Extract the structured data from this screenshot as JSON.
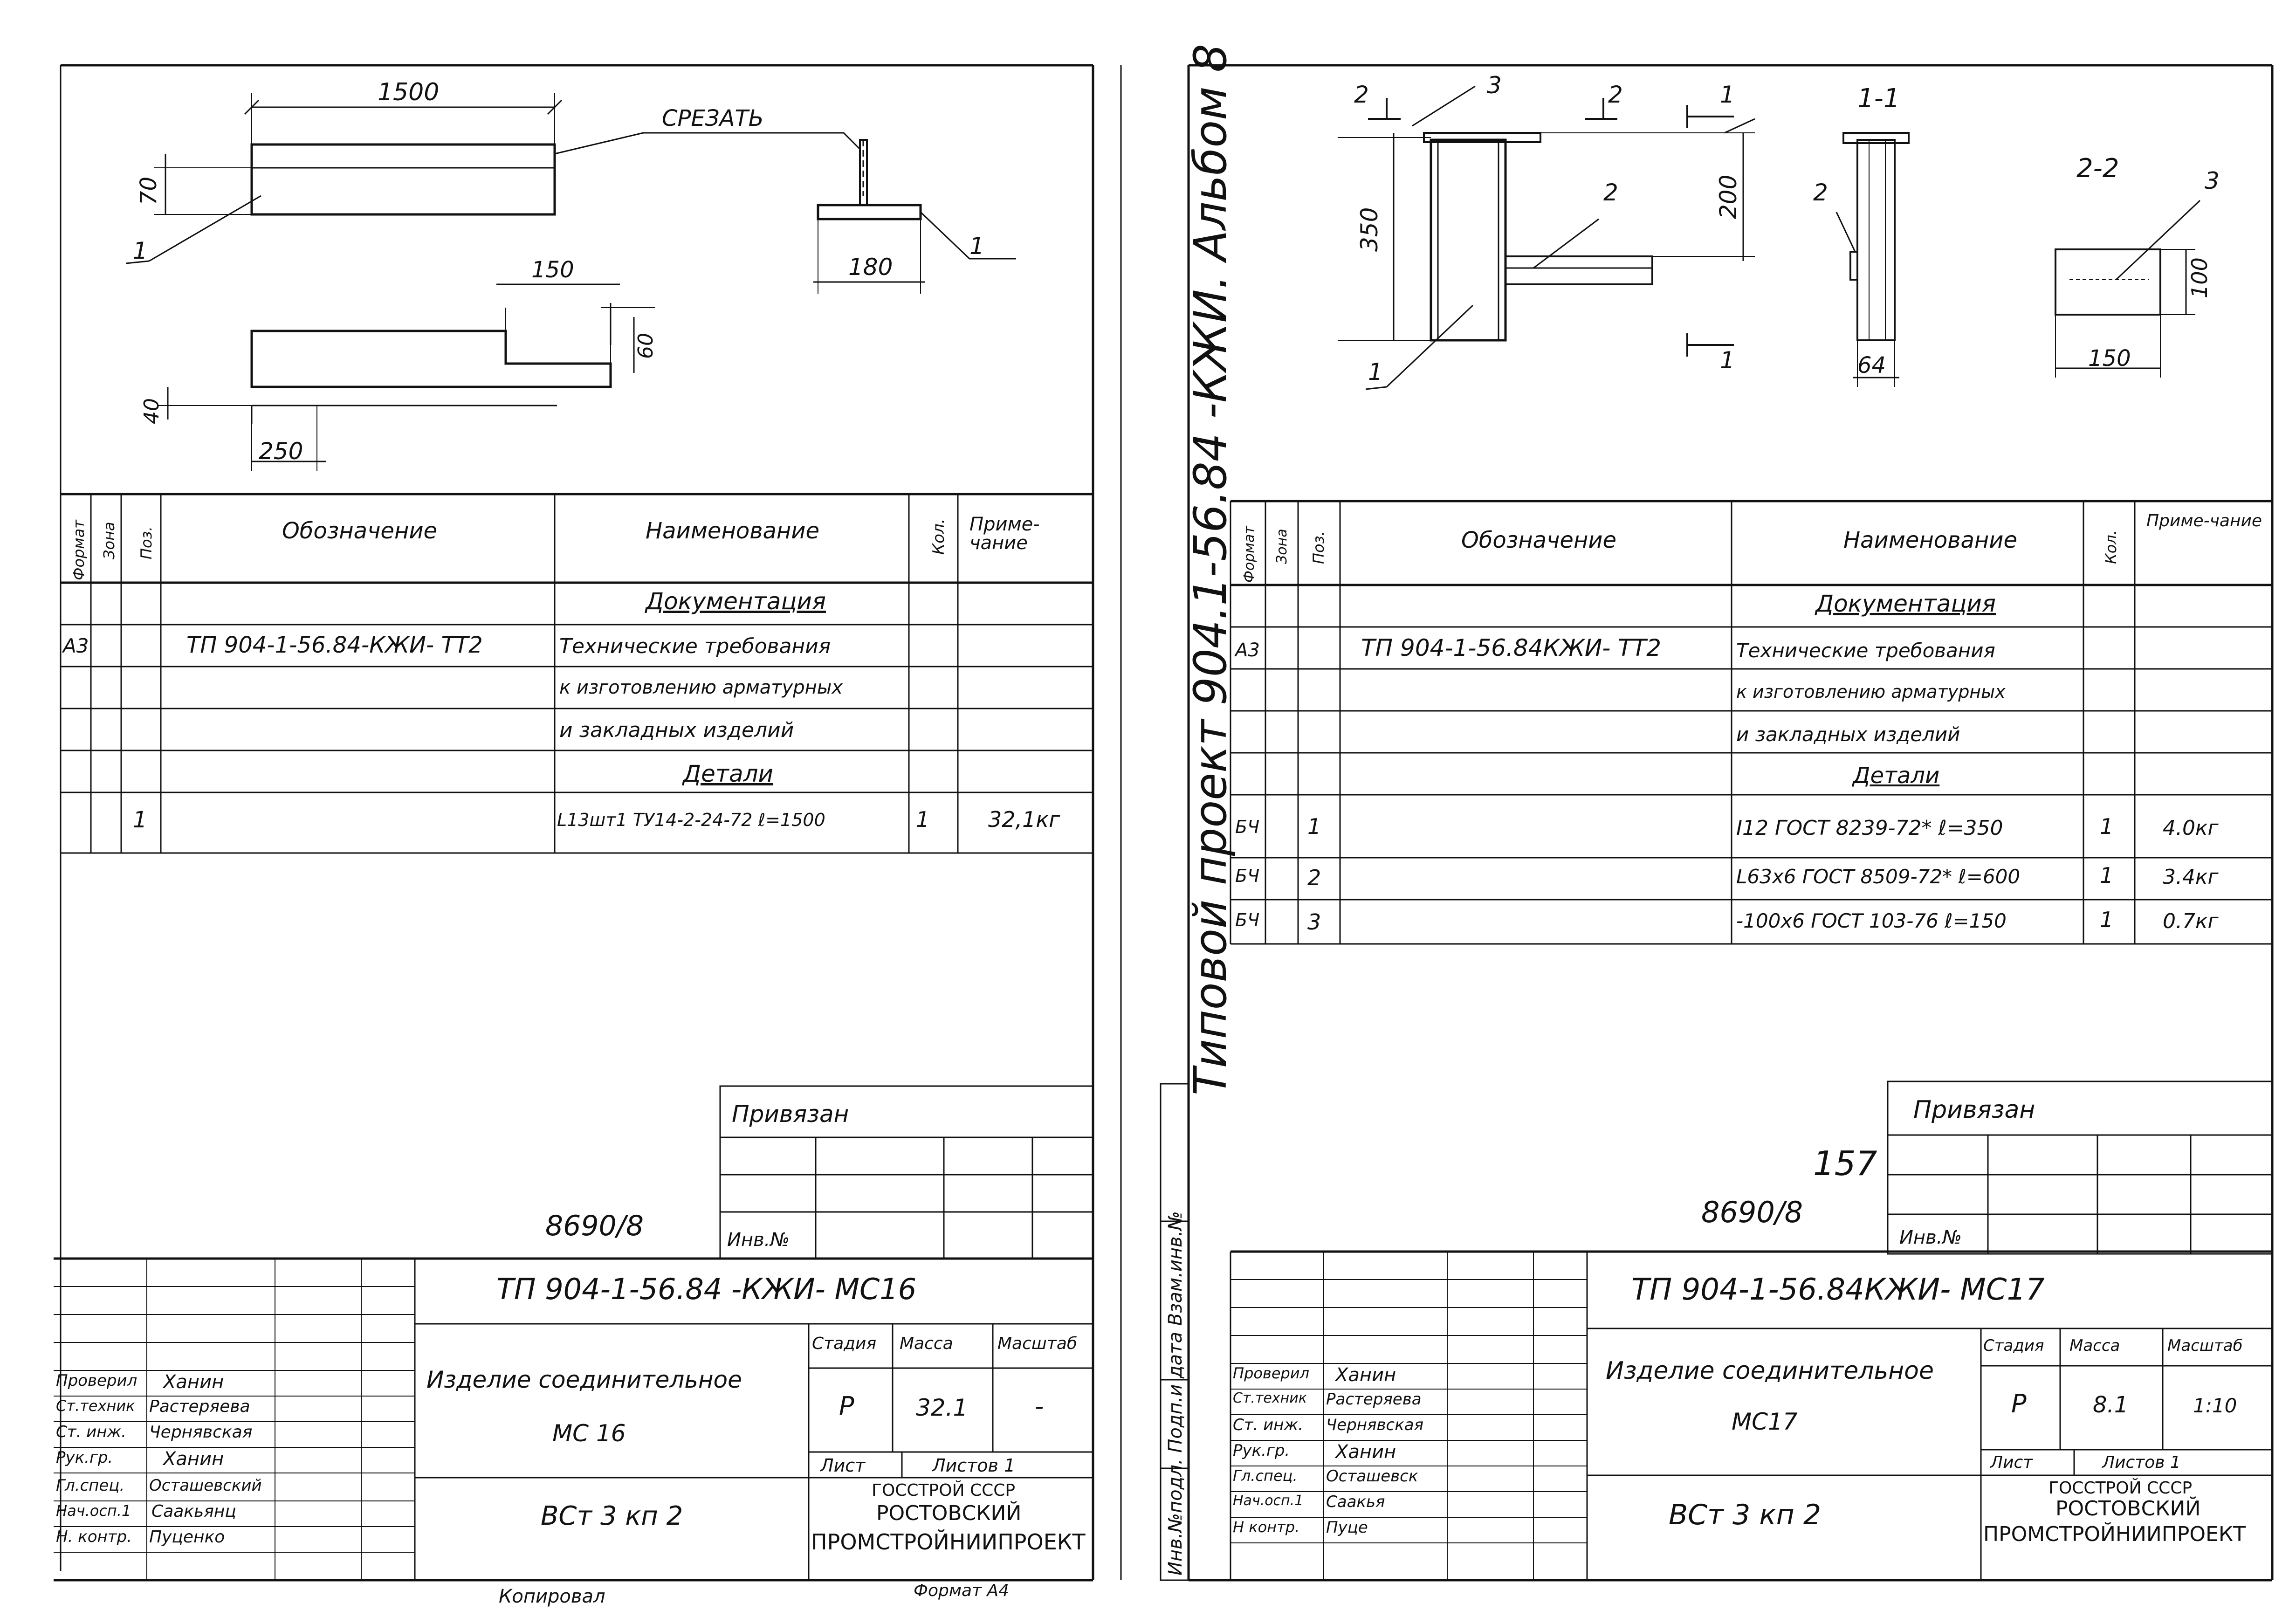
{
  "left_sheet": {
    "drawing": {
      "dim_length": "1500",
      "dim_height": "70",
      "cut_label": "СРЕЗАТЬ",
      "dim_section": "180",
      "dim_notch_w": "150",
      "dim_notch_h": "60",
      "dim_low": "40",
      "dim_base": "250",
      "pos1_a": "1",
      "pos1_b": "1"
    },
    "spec": {
      "headers": {
        "format": "Формат",
        "zone": "Зона",
        "pos": "Поз.",
        "designation": "Обозначение",
        "name": "Наименование",
        "qty": "Кол.",
        "note": "Приме-чание"
      },
      "rows": [
        {
          "format": "",
          "pos": "",
          "designation": "",
          "name": "Документация",
          "qty": "",
          "note": ""
        },
        {
          "format": "А3",
          "pos": "",
          "designation": "ТП 904-1-56.84-КЖИ- ТТ2",
          "name": "Технические требования",
          "qty": "",
          "note": ""
        },
        {
          "format": "",
          "pos": "",
          "designation": "",
          "name": "к изготовлению арматурных",
          "qty": "",
          "note": ""
        },
        {
          "format": "",
          "pos": "",
          "designation": "",
          "name": "и закладных изделий",
          "qty": "",
          "note": ""
        },
        {
          "format": "",
          "pos": "",
          "designation": "",
          "name": "Детали",
          "qty": "",
          "note": ""
        },
        {
          "format": "",
          "pos": "1",
          "designation": "",
          "name": "L13шт1 ТУ14-2-24-72 ℓ=1500",
          "qty": "1",
          "note": "32,1кг"
        }
      ]
    },
    "privyazan": "Привязан",
    "inv_no": "Инв.№",
    "archive_no": "8690/8",
    "title_block": {
      "code": "ТП 904-1-56.84 -КЖИ- МС16",
      "product": "Изделие соединительное",
      "product_mark": "МС 16",
      "material": "ВСт 3 кп 2",
      "stage_h": "Стадия",
      "mass_h": "Масса",
      "scale_h": "Масштаб",
      "stage": "Р",
      "mass": "32.1",
      "scale": "-",
      "sheet": "Лист",
      "sheets": "Листов 1",
      "org1": "ГОССТРОЙ СССР",
      "org2": "РОСТОВСКИЙ",
      "org3": "ПРОМСТРОЙНИИПРОЕКТ",
      "roles": [
        {
          "role": "Проверил",
          "name": "Ханин"
        },
        {
          "role": "Ст.техник",
          "name": "Растеряева"
        },
        {
          "role": "Ст. инж.",
          "name": "Чернявская"
        },
        {
          "role": "Рук.гр.",
          "name": "Ханин"
        },
        {
          "role": "Гл.спец.",
          "name": "Осташевский"
        },
        {
          "role": "Нач.осп.1",
          "name": "Саакьянц"
        },
        {
          "role": "Н. контр.",
          "name": "Пуценко"
        }
      ]
    },
    "copied": "Копировал",
    "format_a4": "Формат А4"
  },
  "middle_strip": {
    "project": "Типовой проект 904.1-56.84 -КЖИ. Альбом 8",
    "inv_sign": "Инв.№подл. Подп.и дата Взам.инв.№"
  },
  "right_sheet": {
    "drawing": {
      "sec22_mark_a": "2",
      "sec22_mark_b": "2",
      "pos3": "3",
      "sec11_mark_a": "1",
      "sec11_mark_b": "1",
      "dim_350": "350",
      "dim_200": "200",
      "pos2": "2",
      "pos1": "1",
      "section11": "1-1",
      "sec_pos2": "2",
      "dim_64": "64",
      "section22": "2-2",
      "sec_pos3": "3",
      "dim_100": "100",
      "dim_150": "150"
    },
    "spec": {
      "headers": {
        "format": "Формат",
        "zone": "Зона",
        "pos": "Поз.",
        "designation": "Обозначение",
        "name": "Наименование",
        "qty": "Кол.",
        "note": "Приме-чание"
      },
      "rows": [
        {
          "format": "",
          "pos": "",
          "designation": "",
          "name": "Документация",
          "qty": "",
          "note": ""
        },
        {
          "format": "А3",
          "pos": "",
          "designation": "ТП 904-1-56.84КЖИ- ТТ2",
          "name": "Технические требования",
          "qty": "",
          "note": ""
        },
        {
          "format": "",
          "pos": "",
          "designation": "",
          "name": "к изготовлению арматурных",
          "qty": "",
          "note": ""
        },
        {
          "format": "",
          "pos": "",
          "designation": "",
          "name": "и закладных изделий",
          "qty": "",
          "note": ""
        },
        {
          "format": "",
          "pos": "",
          "designation": "",
          "name": "Детали",
          "qty": "",
          "note": ""
        },
        {
          "format": "БЧ",
          "pos": "1",
          "designation": "",
          "name": "I12 ГОСТ 8239-72* ℓ=350",
          "qty": "1",
          "note": "4.0кг"
        },
        {
          "format": "БЧ",
          "pos": "2",
          "designation": "",
          "name": "L63x6 ГОСТ 8509-72* ℓ=600",
          "qty": "1",
          "note": "3.4кг"
        },
        {
          "format": "БЧ",
          "pos": "3",
          "designation": "",
          "name": "-100x6 ГОСТ 103-76 ℓ=150",
          "qty": "1",
          "note": "0.7кг"
        }
      ]
    },
    "privyazan": "Привязан",
    "inv_no": "Инв.№",
    "sheet_no": "157",
    "archive_no": "8690/8",
    "title_block": {
      "code": "ТП 904-1-56.84КЖИ- МС17",
      "product": "Изделие соединительное",
      "product_mark": "МС17",
      "material": "ВСт 3 кп 2",
      "stage_h": "Стадия",
      "mass_h": "Масса",
      "scale_h": "Масштаб",
      "stage": "Р",
      "mass": "8.1",
      "scale": "1:10",
      "sheet": "Лист",
      "sheets": "Листов 1",
      "org1": "ГОССТРОЙ СССР",
      "org2": "РОСТОВСКИЙ",
      "org3": "ПРОМСТРОЙНИИПРОЕКТ",
      "roles": [
        {
          "role": "Проверил",
          "name": "Ханин"
        },
        {
          "role": "Ст.техник",
          "name": "Растеряева"
        },
        {
          "role": "Ст. инж.",
          "name": "Чернявская"
        },
        {
          "role": "Рук.гр.",
          "name": "Ханин"
        },
        {
          "role": "Гл.спец.",
          "name": "Осташевск"
        },
        {
          "role": "Нач.осп.1",
          "name": "Саакья"
        },
        {
          "role": "Н контр.",
          "name": "Пуце"
        }
      ]
    }
  }
}
